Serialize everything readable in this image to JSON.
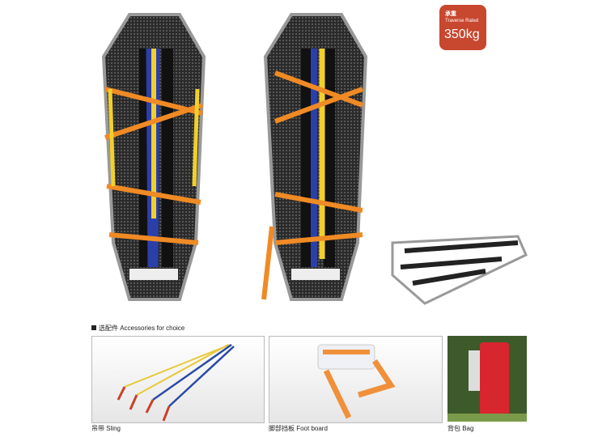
{
  "badge": {
    "label_cn": "承重",
    "label_en": "Traverse Rated",
    "value": "350kg",
    "color": "#c8472f"
  },
  "section": {
    "title": "选配件 Accessories for choice"
  },
  "accessories": [
    {
      "caption": "吊带  Sling"
    },
    {
      "caption": "脚部挡板  Foot board"
    },
    {
      "caption": "背包  Bag"
    }
  ]
}
